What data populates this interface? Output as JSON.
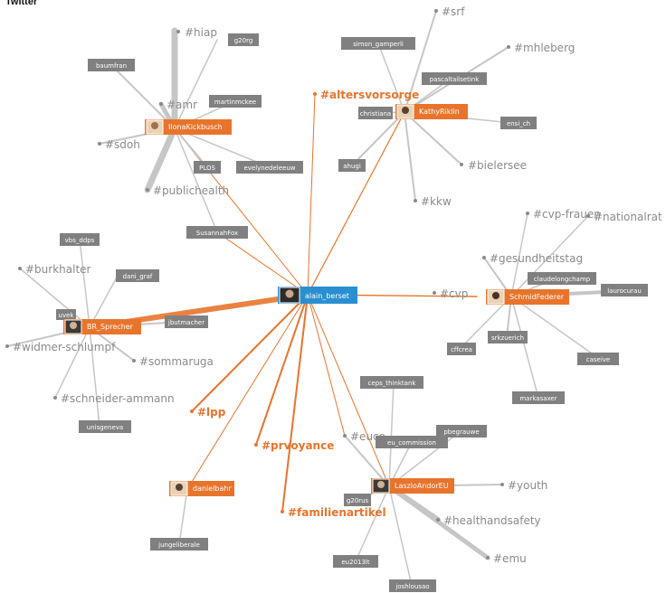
{
  "title": "Twitter",
  "colors": {
    "orange": "#e8742c",
    "gray": "#808080",
    "blue": "#2a8fd0",
    "hashtag": "#8a8a8a"
  },
  "hubs": {
    "alain": "alain_berset",
    "ilona": "IlonaKickbusch",
    "kathy": "KathyRiklin",
    "br": "BR_Sprecher",
    "schmid": "SchmidFederer",
    "laszlo": "LaszloAndorEU",
    "daniel": "danielbahr"
  },
  "accounts": {
    "baumfran": "baumfran",
    "g20rg": "g20rg",
    "martinmckee": "martinmckee",
    "plos": "PLOS",
    "evelyne": "evelynedeleeuw",
    "susannah": "SusannahFox",
    "simon": "simon_gamperli",
    "pascal": "pascaltailsetink",
    "christiana": "christiana",
    "ensi": "ensi_ch",
    "ahugi": "ahugi",
    "vbs": "vbs_ddps",
    "dani": "dani_graf",
    "uvek": "uvek",
    "jbutmacher": "jbutmacher",
    "unisgeneva": "unisgeneva",
    "claude": "claudelongchamp",
    "laura": "laurocurau",
    "cffcrea": "cffcrea",
    "srkzuerich": "srkzuerich",
    "caseive": "caseive",
    "markas": "markasaxer",
    "ceps": "ceps_thinktank",
    "pbe": "pbegrauwe",
    "eucomm": "eu_commission",
    "g20rus": "g20rus",
    "jungfl": "jungeliberale",
    "eu2013": "eu2013lt",
    "josh": "joshlousao"
  },
  "hashtags": {
    "hiap": "#hiap",
    "amr": "#amr",
    "sdoh": "#sdoh",
    "publichealth": "#publichealth",
    "srf": "#srf",
    "mhleberg": "#mhleberg",
    "altersvorsorge": "#altersvorsorge",
    "bielersee": "#bielersee",
    "kkw": "#kkw",
    "cvpfrauen": "#cvp-frauen",
    "nationalrat": "#nationalrat",
    "gesundheitstag": "#gesundheitstag",
    "cvp": "#cvp",
    "burkhalter": "#burkhalter",
    "widmer": "#widmer-schlumpf",
    "sommaruga": "#sommaruga",
    "schneider": "#schneider-ammann",
    "lpp": "#lpp",
    "prevoyance": "#prvoyance",
    "euco": "#euco",
    "youth": "#youth",
    "healthandsafety": "#healthandsafety",
    "emu": "#emu",
    "familienartikel": "#familienartikel"
  }
}
